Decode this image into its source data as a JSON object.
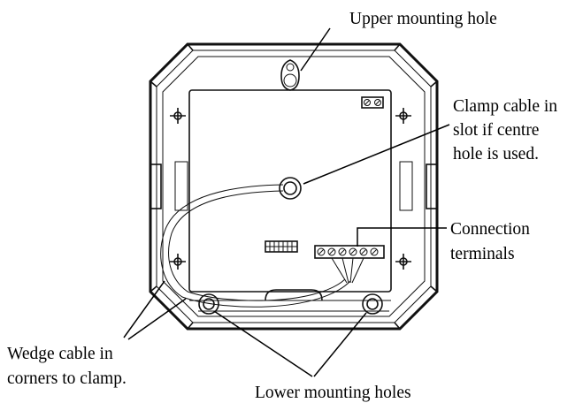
{
  "labels": {
    "upper_mounting_hole": "Upper mounting hole",
    "clamp_cable_line1": "Clamp cable in",
    "clamp_cable_line2": "slot if centre",
    "clamp_cable_line3": "hole is used.",
    "connection_terminals_line1": "Connection",
    "connection_terminals_line2": "terminals",
    "wedge_cable_line1": "Wedge cable in",
    "wedge_cable_line2": "corners to clamp.",
    "lower_mounting_holes": "Lower mounting holes"
  },
  "colors": {
    "line": "#111111",
    "background": "#ffffff"
  }
}
